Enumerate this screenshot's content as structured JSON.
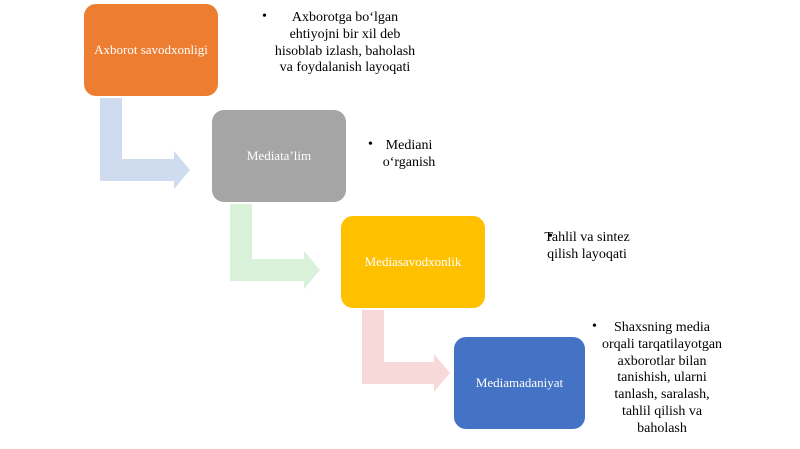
{
  "colors": {
    "step_1": "#ed7d31",
    "step_2": "#a5a5a5",
    "step_3": "#ffc000",
    "step_4": "#4472c4",
    "arrow_1": "#cfdcf0",
    "arrow_2": "#d9f0d9",
    "arrow_3": "#f7d9d9"
  },
  "steps": [
    {
      "label": "Axborot savodxonligi",
      "description": "Axborotga bo‘lgan ehtiyojni bir xil deb hisoblab izlash, baholash va foydalanish layoqati"
    },
    {
      "label": "Mediata’lim",
      "description": "Mediani o‘rganish"
    },
    {
      "label": "Mediasavodxonlik",
      "description": "Tahlil va sintez qilish layoqati"
    },
    {
      "label": "Mediamadaniyat",
      "description": "Shaxsning media orqali tarqatilayotgan axborotlar bilan tanishish, ularni tanlash, saralash, tahlil qilish va baholash"
    }
  ],
  "bullet": "•"
}
